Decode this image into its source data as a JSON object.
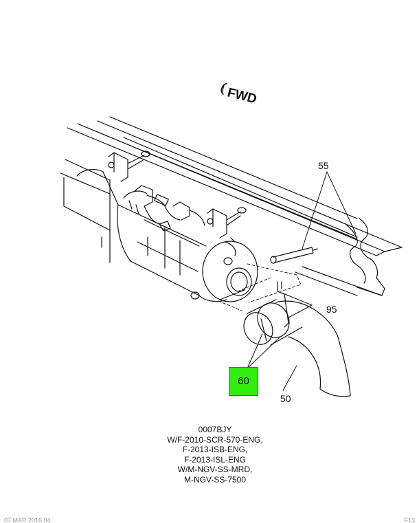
{
  "direction_label": "FWD",
  "callouts": {
    "c55": "55",
    "c95": "95",
    "c60": "60",
    "c50": "50"
  },
  "highlight_color": "#33ee11",
  "caption": {
    "lines": [
      "0007BJY",
      "W/F-2010-SCR-570-ENG,",
      "F-2013-ISB-ENG,",
      "F-2013-ISL-ENG",
      "W/M-NGV-SS-MRD,",
      "M-NGV-SS-7500"
    ]
  },
  "footer": {
    "left": "07 MAR 2016 04",
    "right": "F13"
  }
}
